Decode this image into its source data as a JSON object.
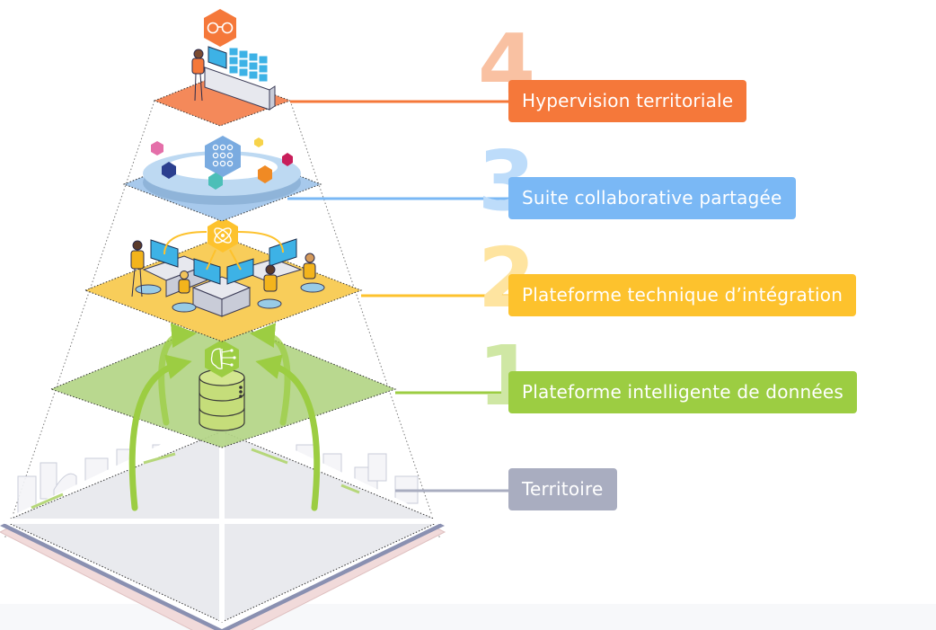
{
  "diagram": {
    "title": "Architecture pyramid",
    "layers": [
      {
        "number": "4",
        "label": "Hypervision territoriale",
        "color": "#f5783a",
        "number_color": "#f9c1a2",
        "line_color": "#f5783a"
      },
      {
        "number": "3",
        "label": "Suite collaborative partagée",
        "color": "#7ab8f5",
        "number_color": "#bddcfa",
        "line_color": "#7ab8f5"
      },
      {
        "number": "2",
        "label": "Plateforme technique d’intégration",
        "color": "#fdc22d",
        "number_color": "#fee4a0",
        "line_color": "#fdc22d"
      },
      {
        "number": "1",
        "label": "Plateforme intelligente de données",
        "color": "#9ccd42",
        "number_color": "#cfe7a4",
        "line_color": "#9ccd42"
      },
      {
        "number": "",
        "label": "Territoire",
        "color": "#a9adc0",
        "number_color": "",
        "line_color": "#a9adc0"
      }
    ],
    "icons": {
      "layer4": "glasses-icon",
      "layer3": "apps-grid-icon",
      "layer2": "integration-orbit-icon",
      "layer1": "ai-brain-icon",
      "database": "database-icon"
    },
    "plane_colors": {
      "hypervision": "#f4895a",
      "collaborative": "#a7c9ec",
      "integration": "#f8cd5a",
      "data": "#b3d586",
      "territory": "#e9eaee"
    }
  }
}
